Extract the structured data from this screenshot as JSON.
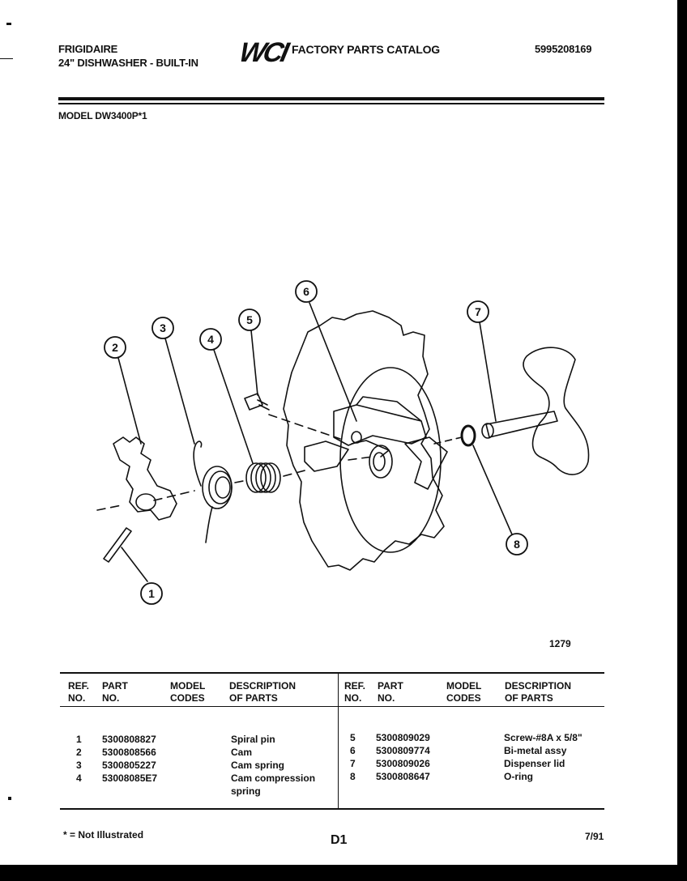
{
  "header": {
    "brand": "FRIGIDAIRE",
    "product": "24\" DISHWASHER - BUILT-IN",
    "logo_text": "WCI",
    "catalog_title": "FACTORY PARTS CATALOG",
    "catalog_number": "5995208169",
    "model": "MODEL DW3400P*1"
  },
  "diagram": {
    "callouts": [
      "1",
      "2",
      "3",
      "4",
      "5",
      "6",
      "7",
      "8"
    ],
    "figure_number": "1279"
  },
  "table": {
    "columns": [
      {
        "ref": "REF.\nNO.",
        "part": "PART\nNO.",
        "model": "MODEL\nCODES",
        "desc": "DESCRIPTION\nOF PARTS"
      },
      {
        "ref": "REF.\nNO.",
        "part": "PART\nNO.",
        "model": "MODEL\nCODES",
        "desc": "DESCRIPTION\nOF PARTS"
      }
    ],
    "left_rows": [
      {
        "ref": "1",
        "part": "5300808827",
        "desc": "Spiral pin"
      },
      {
        "ref": "2",
        "part": "5300808566",
        "desc": "Cam"
      },
      {
        "ref": "3",
        "part": "5300805227",
        "desc": "Cam spring"
      },
      {
        "ref": "4",
        "part": "53008085E7",
        "desc": "Cam compression\nspring"
      }
    ],
    "right_rows": [
      {
        "ref": "5",
        "part": "5300809029",
        "desc": "Screw-#8A x 5/8\""
      },
      {
        "ref": "6",
        "part": "5300809774",
        "desc": "Bi-metal assy"
      },
      {
        "ref": "7",
        "part": "5300809026",
        "desc": "Dispenser lid"
      },
      {
        "ref": "8",
        "part": "5300808647",
        "desc": "O-ring"
      }
    ]
  },
  "footer": {
    "note": "* = Not Illustrated",
    "page": "D1",
    "date": "7/91"
  }
}
